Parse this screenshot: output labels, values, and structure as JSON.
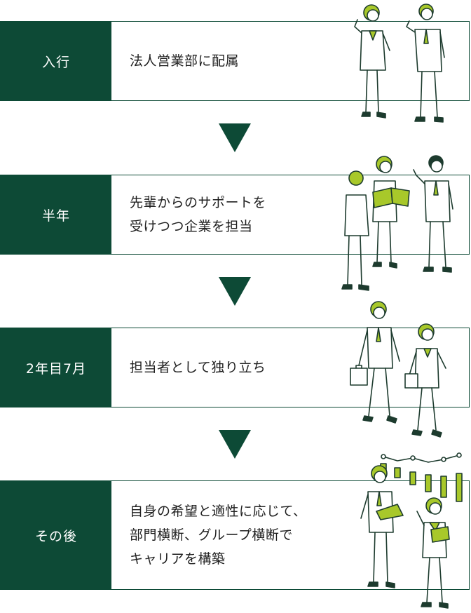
{
  "steps": [
    {
      "label": "入行",
      "lines": [
        "法人営業部に配属"
      ]
    },
    {
      "label": "半年",
      "lines": [
        "先輩からのサポートを",
        "受けつつ企業を担当"
      ]
    },
    {
      "label": "2年目7月",
      "lines": [
        "担当者として独り立ち"
      ]
    },
    {
      "label": "その後",
      "lines": [
        "自身の希望と適性に応じて、",
        "部門横断、グループ横断で",
        "キャリアを構築"
      ]
    }
  ],
  "colors": {
    "primary": "#0d4a36",
    "accent": "#a8c82a"
  }
}
